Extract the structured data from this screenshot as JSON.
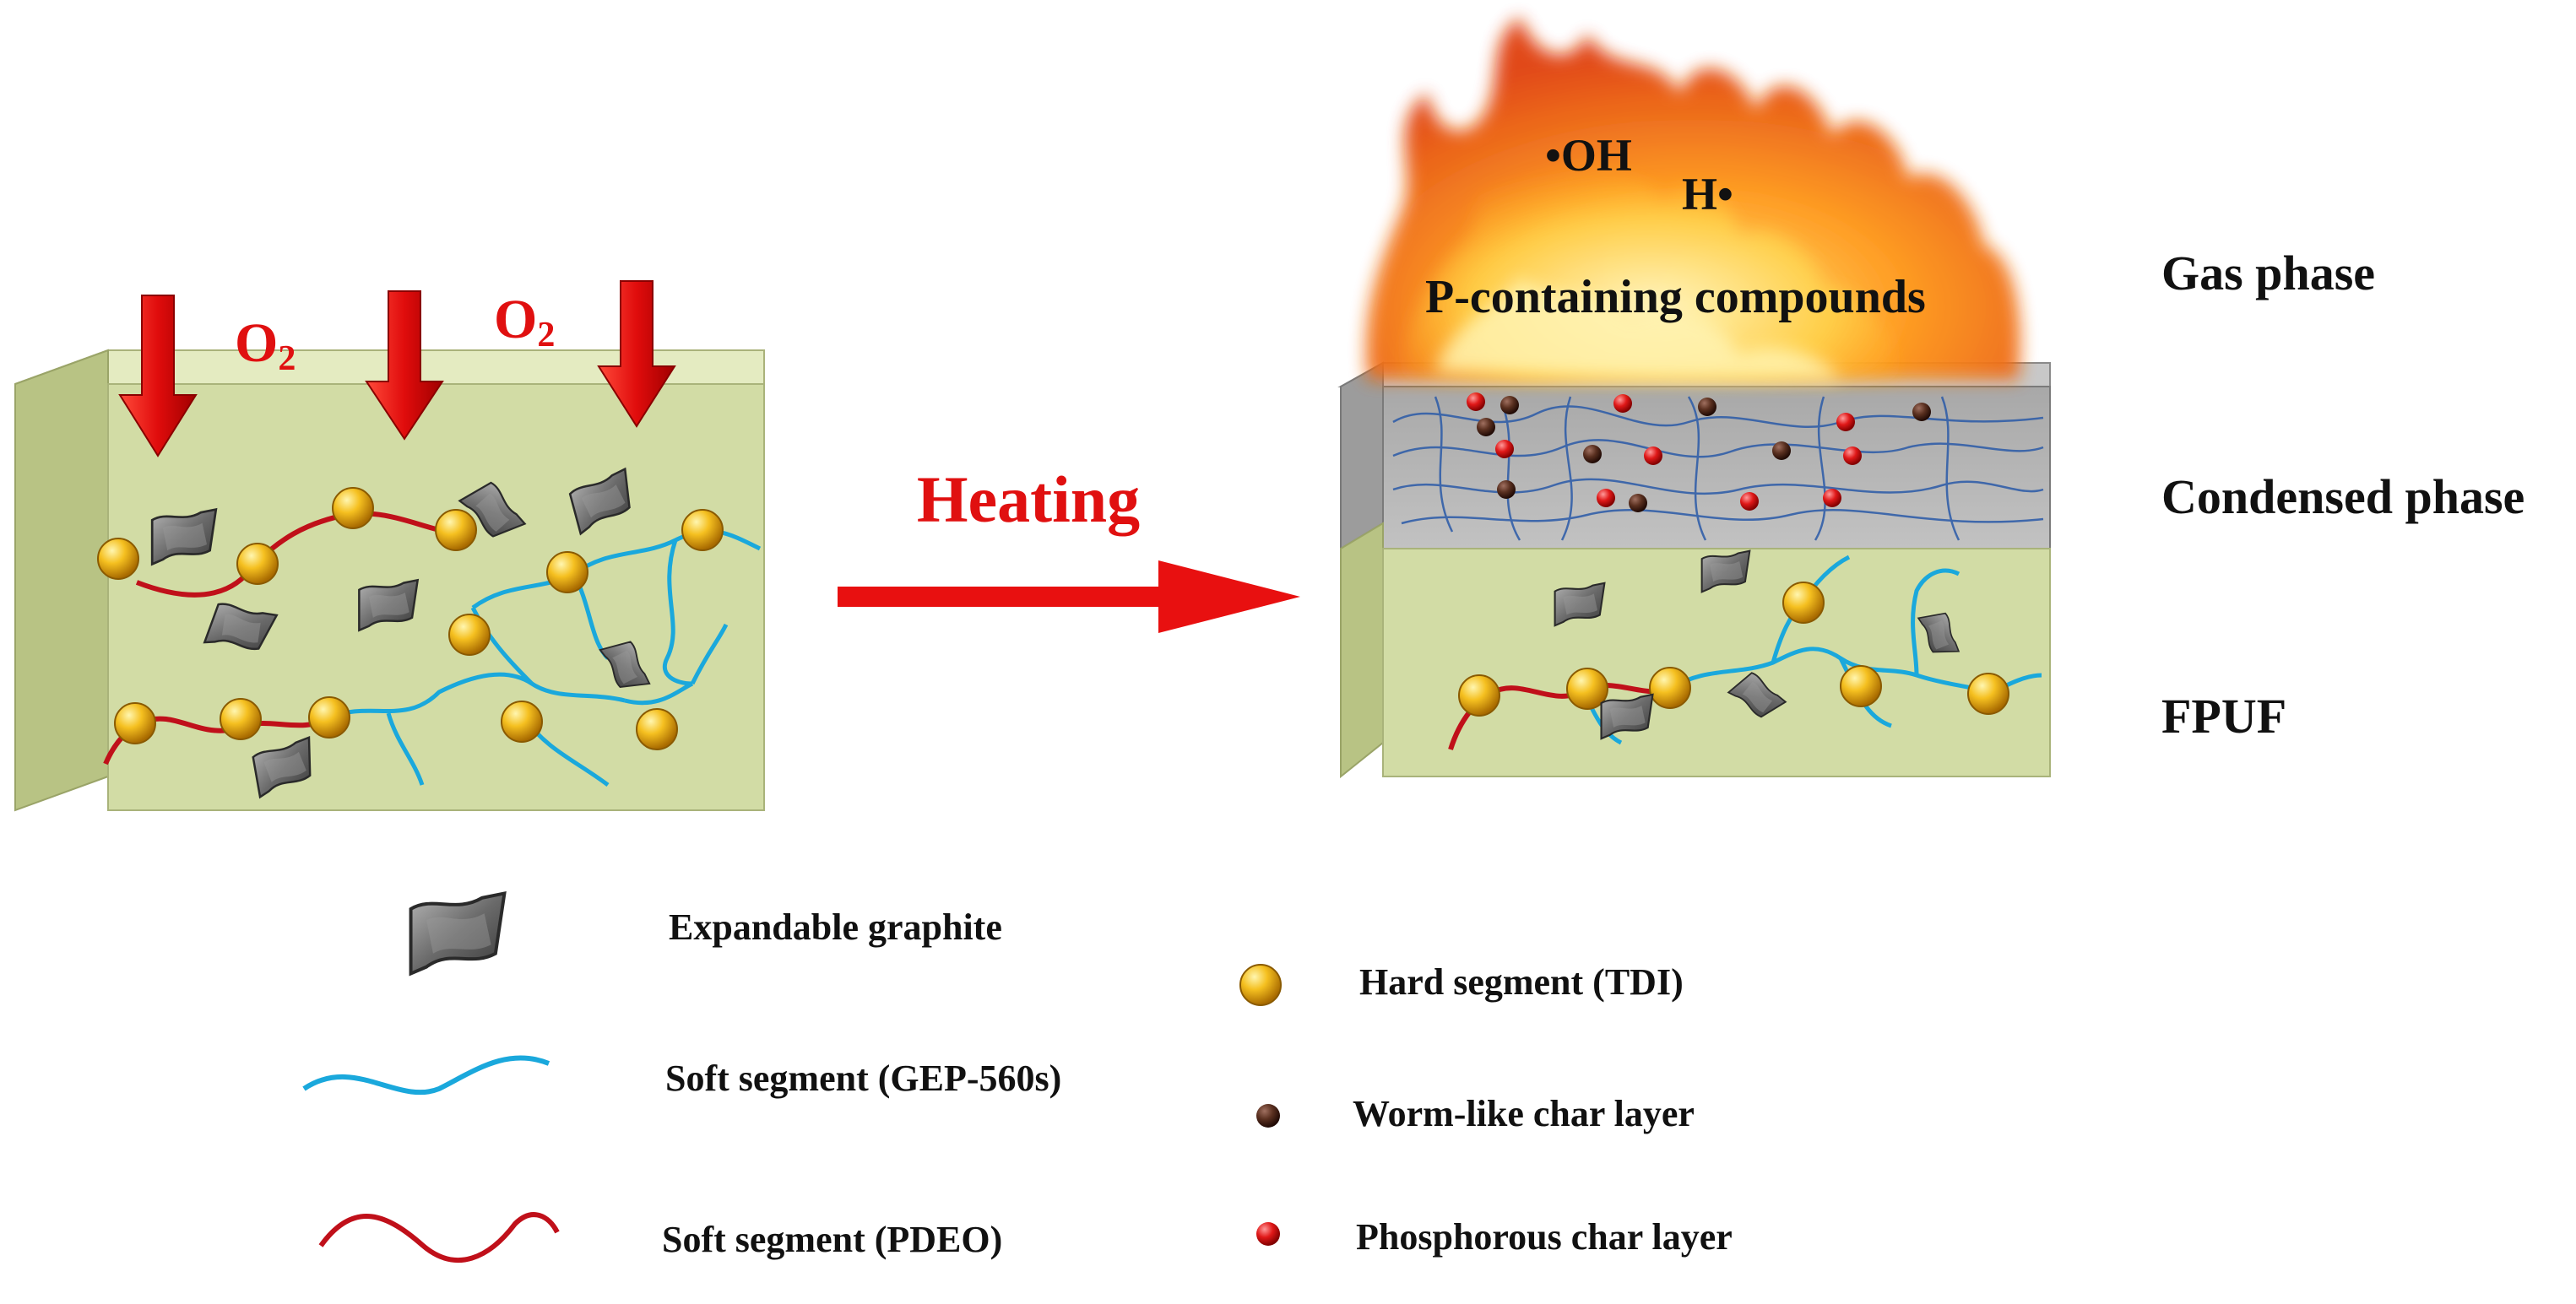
{
  "diagram": {
    "left_block": {
      "oxygen_labels": [
        "O",
        "O"
      ],
      "oxygen_subscript": "2"
    },
    "process_label": "Heating",
    "flame_labels": {
      "radical_oh": "•OH",
      "radical_h": "H•",
      "gas_species": "P-containing compounds"
    },
    "phases": {
      "gas": "Gas phase",
      "condensed": "Condensed phase",
      "foam": "FPUF"
    },
    "legend": {
      "graphite": "Expandable graphite",
      "soft_gep": "Soft segment (GEP-560s)",
      "soft_pdeo": "Soft segment (PDEO)",
      "hard_tdi": "Hard segment (TDI)",
      "worm_char": "Worm-like char layer",
      "phos_char": "Phosphorous char layer"
    },
    "colors": {
      "block_face": "#d2dca5",
      "block_top": "#e4ebc1",
      "block_side": "#b8c384",
      "char_layer": "#b3b3b3",
      "arrow_red": "#e01010",
      "pdeo_red": "#c0101a",
      "gep_blue": "#1aa8dc",
      "tdi_gold": "#f3b71a",
      "worm_brown": "#4a2a1a",
      "phos_red": "#d81818",
      "graphite_gray": "#6e6e6e"
    }
  }
}
